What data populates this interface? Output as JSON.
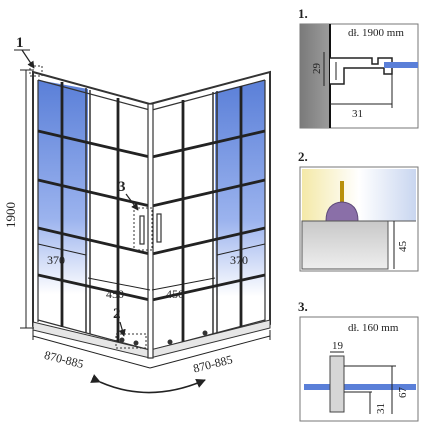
{
  "main": {
    "callouts": [
      "1",
      "2",
      "3"
    ],
    "height_label": "1900",
    "left_panel_label": "370",
    "right_panel_label": "370",
    "left_door_label": "450",
    "right_door_label": "450",
    "left_base_label": "870-885",
    "right_base_label": "870-885"
  },
  "details": {
    "d1": {
      "number": "1.",
      "length_note": "dł. 1900 mm",
      "height_dim": "29",
      "depth_dim": "31"
    },
    "d2": {
      "number": "2.",
      "height_dim": "45"
    },
    "d3": {
      "number": "3.",
      "length_note": "dł. 160 mm",
      "width_dim": "19",
      "inner_dim": "31",
      "outer_dim": "67"
    }
  },
  "colors": {
    "glass_blue": "#5a7fd8",
    "frame": "#333333",
    "wall_gray": "#8a8a8a",
    "tray_gray": "#d8d8d8",
    "knob_purple": "#8a6fa8",
    "gold_pin": "#b8900a"
  }
}
